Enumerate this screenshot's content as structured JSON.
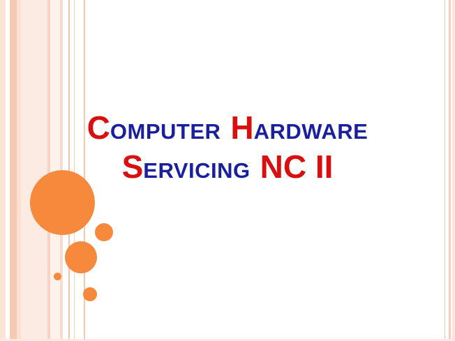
{
  "slide": {
    "title": {
      "line1": [
        {
          "cap": "C",
          "rest": "OMPUTER"
        },
        {
          "cap": "H",
          "rest": "ARDWARE"
        }
      ],
      "line2": [
        {
          "cap": "S",
          "rest": "ERVICING"
        },
        {
          "cap": "NC II",
          "rest": ""
        }
      ]
    }
  },
  "colors": {
    "accent_red": "#d90f0f",
    "title_blue": "#1a1f9e",
    "circle_orange": "#f7893d",
    "band_peach": "#f7c9b3"
  }
}
